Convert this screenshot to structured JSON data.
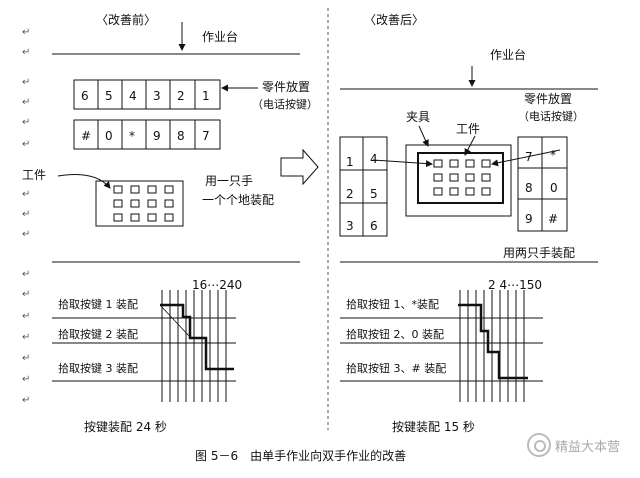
{
  "left": {
    "heading": "〈改善前〉",
    "workbench": "作业台",
    "parts_label": "零件放置",
    "parts_sub": "（电话按键）",
    "keys_row1": [
      "6",
      "5",
      "4",
      "3",
      "2",
      "1"
    ],
    "keys_row2": [
      "#",
      "0",
      "*",
      "9",
      "8",
      "7"
    ],
    "workpiece": "工件",
    "one_hand_1": "用一只手",
    "one_hand_2": "一个个地装配",
    "ticks": "16⋯240",
    "rows": [
      "拾取按键 1 装配",
      "拾取按键 2 装配",
      "拾取按键 3 装配"
    ],
    "summary": "按键装配 24 秒"
  },
  "right": {
    "heading": "〈改善后〉",
    "workbench": "作业台",
    "parts_label": "零件放置",
    "parts_sub": "（电话按键）",
    "fixture": "夹具",
    "workpiece": "工件",
    "left_keys": [
      "1",
      "4",
      "2",
      "5",
      "3",
      "6"
    ],
    "right_keys": [
      "7",
      "*",
      "8",
      "0",
      "9",
      "#"
    ],
    "two_hands": "用两只手装配",
    "ticks": "2 4⋯150",
    "rows": [
      "拾取按钮 1、*装配",
      "拾取按钮 2、0 装配",
      "拾取按钮 3、# 装配"
    ],
    "summary": "按键装配 15 秒"
  },
  "caption": "图 5－6　由单手作业向双手作业的改善",
  "watermark": "精益大本营",
  "para_mark": "↵"
}
